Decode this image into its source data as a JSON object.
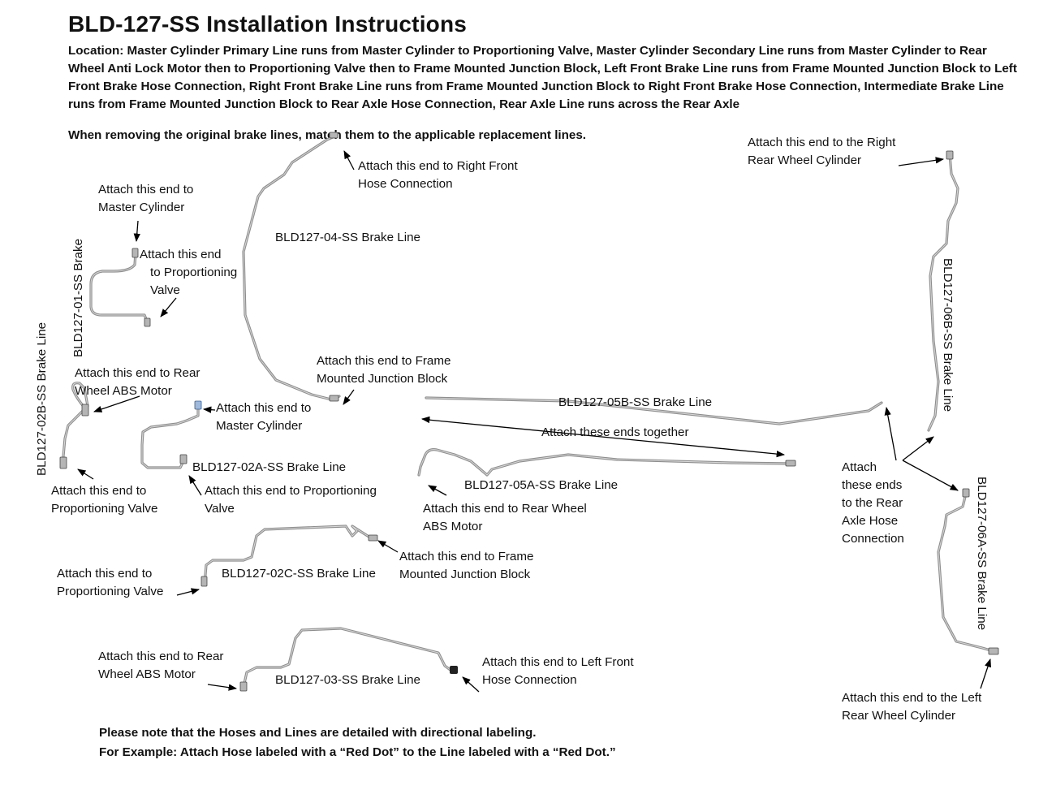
{
  "title": "BLD-127-SS Installation Instructions",
  "location": "Location: Master Cylinder Primary Line runs from Master Cylinder to Proportioning Valve, Master Cylinder Secondary Line runs from Master Cylinder to Rear Wheel Anti Lock Motor then to Proportioning Valve then to Frame Mounted Junction Block, Left Front Brake Line runs from Frame Mounted Junction Block to Left Front Brake Hose Connection, Right Front Brake Line runs from Frame Mounted Junction Block to Right Front Brake Hose Connection, Intermediate Brake Line runs from Frame Mounted Junction Block to Rear Axle Hose Connection, Rear Axle Line runs across the Rear Axle",
  "removing_note": "When removing the original brake lines, match them to the applicable replacement lines.",
  "labels": {
    "mc_1": "Attach this end to",
    "mc_2": "Master Cylinder",
    "pv01_1": "Attach this end",
    "pv01_2": "to Proportioning",
    "pv01_3": "Valve",
    "line_01": "BLD127-01-SS Brake",
    "rf_1": "Attach this end to Right Front",
    "rf_2": "Hose Connection",
    "line_04": "BLD127-04-SS Brake Line",
    "fmjb04_1": "Attach this end to Frame",
    "fmjb04_2": "Mounted Junction Block",
    "line_02b": "BLD127-02B-SS Brake Line",
    "rabs02b_1": "Attach this end to Rear",
    "rabs02b_2": "Wheel ABS Motor",
    "pv02b_1": "Attach this end to",
    "pv02b_2": "Proportioning Valve",
    "mc02a_1": "Attach this end to",
    "mc02a_2": "Master Cylinder",
    "line_02a": "BLD127-02A-SS Brake Line",
    "pv02a_1": "Attach this end to Proportioning",
    "pv02a_2": "Valve",
    "line_05b": "BLD127-05B-SS Brake Line",
    "together": "Attach these ends together",
    "line_05a": "BLD127-05A-SS Brake Line",
    "rabs05a_1": "Attach this end to Rear Wheel",
    "rabs05a_2": "ABS Motor",
    "fmjb02c_1": "Attach this end to Frame",
    "fmjb02c_2": "Mounted Junction Block",
    "pv02c_1": "Attach this end to",
    "pv02c_2": "Proportioning Valve",
    "line_02c": "BLD127-02C-SS Brake Line",
    "rabs03_1": "Attach this end to Rear",
    "rabs03_2": "Wheel ABS Motor",
    "line_03": "BLD127-03-SS Brake Line",
    "lf_1": "Attach this end to Left Front",
    "lf_2": "Hose Connection",
    "rr_1": "Attach this end to the Right",
    "rr_2": "Rear Wheel Cylinder",
    "line_06b": "BLD127-06B-SS Brake Line",
    "axle_1": "Attach",
    "axle_2": "these ends",
    "axle_3": "to the Rear",
    "axle_4": "Axle Hose",
    "axle_5": "Connection",
    "line_06a": "BLD127-06A-SS Brake Line",
    "lr_1": "Attach this end to the Left",
    "lr_2": "Rear Wheel Cylinder"
  },
  "footer": {
    "line1": "Please note that the Hoses and Lines are detailed with directional labeling.",
    "line2": "For Example: Attach Hose labeled with a “Red Dot” to the Line labeled with a “Red Dot.”"
  }
}
